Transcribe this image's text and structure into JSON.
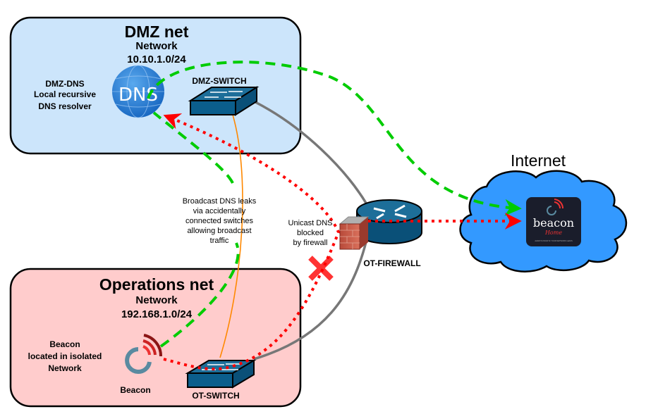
{
  "zones": {
    "dmz": {
      "title": "DMZ net",
      "subtitle": "Network",
      "cidr": "10.10.1.0/24",
      "fill": "#cce5fb"
    },
    "ops": {
      "title": "Operations net",
      "subtitle": "Network",
      "cidr": "192.168.1.0/24",
      "fill": "#ffcccc"
    },
    "internet": {
      "title": "Internet",
      "fill": "#3399ff"
    }
  },
  "nodes": {
    "dns": {
      "icon_text": "DNS",
      "label_lines": [
        "DMZ-DNS",
        "Local recursive",
        "DNS resolver"
      ]
    },
    "dmz_switch": {
      "label": "DMZ-SWITCH"
    },
    "ot_switch": {
      "label": "OT-SWITCH"
    },
    "firewall": {
      "label": "OT-FIREWALL"
    },
    "beacon": {
      "label": "Beacon",
      "desc_lines": [
        "Beacon",
        "located in isolated",
        "Network"
      ]
    },
    "beacon_home": {
      "brand": "beacon",
      "sub": "Home",
      "tagline": "ALWAYS KNOW IF YOUR NETWORK LEAKS"
    }
  },
  "annotations": {
    "broadcast": [
      "Broadcast DNS leaks",
      "via accidentally",
      "connected switches",
      "allowing broadcast",
      "traffic"
    ],
    "unicast": [
      "Unicast DNS",
      "blocked",
      "by firewall"
    ]
  },
  "colors": {
    "switch_blue": "#0b5e8c",
    "link_gray": "#777777",
    "broadcast_green": "#00cc00",
    "unicast_red": "#ff0000",
    "cable_orange": "#ff8800",
    "beacon_red": "#cc1f1f"
  }
}
